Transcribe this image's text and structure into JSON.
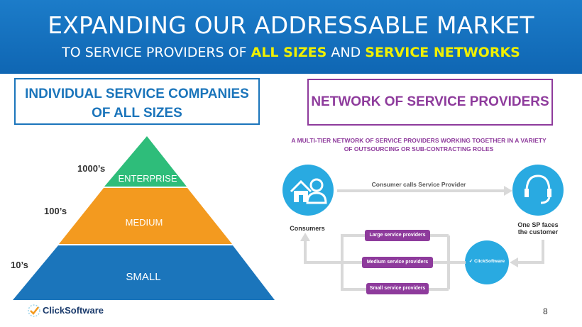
{
  "header": {
    "title": "EXPANDING OUR ADDRESSABLE MARKET",
    "subtitle_part1": "TO SERVICE PROVIDERS OF ",
    "subtitle_hl1": "ALL SIZES",
    "subtitle_part2": " AND ",
    "subtitle_hl2": "SERVICE NETWORKS"
  },
  "left": {
    "heading_line1": "INDIVIDUAL SERVICE COMPANIES",
    "heading_line2": "OF ALL SIZES",
    "tiers": [
      {
        "label": "ENTERPRISE",
        "count": "1000’s",
        "color": "#2ebd7a"
      },
      {
        "label": "MEDIUM",
        "count": "100’s",
        "color": "#f39a1f"
      },
      {
        "label": "SMALL",
        "count": "10’s",
        "color": "#1b75bb"
      }
    ]
  },
  "right": {
    "heading": "NETWORK OF SERVICE PROVIDERS",
    "description_line1": "A MULTI-TIER NETWORK OF SERVICE PROVIDERS WORKING TOGETHER IN A VARIETY",
    "description_line2": "OF OUTSOURCING OR SUB-CONTRACTING ROLES",
    "arrow_label": "Consumer calls Service Provider",
    "consumers_label": "Consumers",
    "one_sp_line1": "One SP faces",
    "one_sp_line2": "the customer",
    "providers": [
      "Large service providers",
      "Medium service providers",
      "Small service providers"
    ],
    "hub_label": "ClickSoftware",
    "accent_color": "#29aae1",
    "purple": "#8e3b9c"
  },
  "footer": {
    "logo_part1": "Click",
    "logo_part2": "Software",
    "page_number": "8"
  }
}
